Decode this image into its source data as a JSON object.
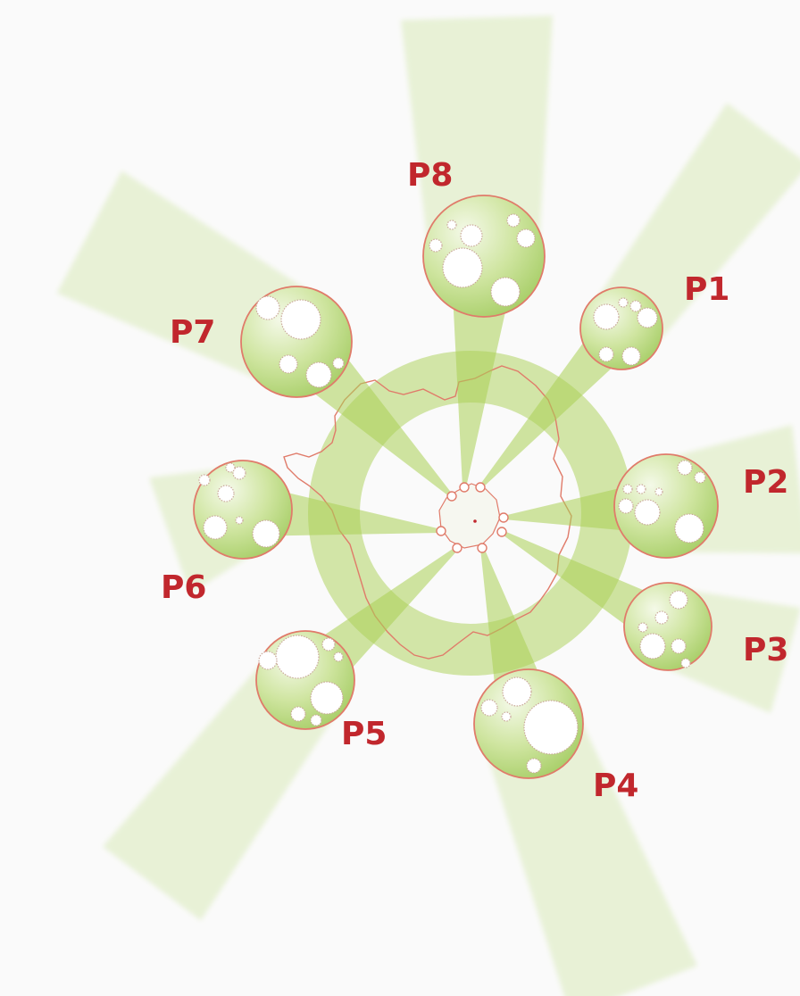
{
  "colors": {
    "background": "#fafafa",
    "label": "#c1272d",
    "green": "#a9cf54",
    "outline": "#e07b6a"
  },
  "pods": [
    {
      "id": "p1",
      "label": "P1"
    },
    {
      "id": "p2",
      "label": "P2"
    },
    {
      "id": "p3",
      "label": "P3"
    },
    {
      "id": "p4",
      "label": "P4"
    },
    {
      "id": "p5",
      "label": "P5"
    },
    {
      "id": "p6",
      "label": "P6"
    },
    {
      "id": "p7",
      "label": "P7"
    },
    {
      "id": "p8",
      "label": "P8"
    }
  ]
}
